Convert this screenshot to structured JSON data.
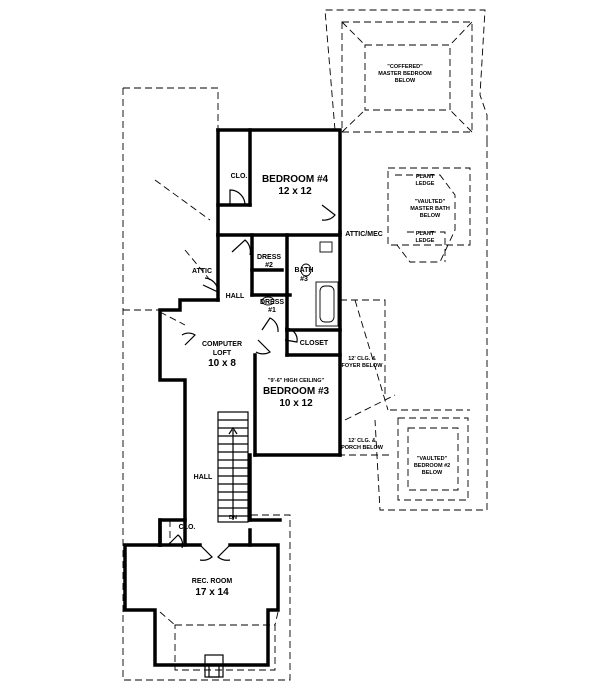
{
  "rooms": {
    "coffered": "\"COFFERED\"",
    "master_bedroom_below": "MASTER BEDROOM",
    "below_1": "BELOW",
    "plant_ledge_1": "PLANT",
    "plant_ledge_1b": "LEDGE",
    "vaulted_1": "\"VAULTED\"",
    "master_bath": "MASTER BATH",
    "below_2": "BELOW",
    "plant_ledge_2": "PLANT",
    "plant_ledge_2b": "LEDGE",
    "bedroom4_name": "BEDROOM #4",
    "bedroom4_size": "12 x 12",
    "clo_top": "CLO.",
    "attic_mec": "ATTIC/MEC",
    "dress2": "DRESS",
    "dress2_num": "#2",
    "bath3": "BATH",
    "bath3_num": "#3",
    "attic": "ATTIC",
    "hall_top": "HALL",
    "dress1": "DRESS",
    "dress1_num": "#1",
    "closet": "CLOSET",
    "computer_loft": "COMPUTER",
    "loft": "LOFT",
    "loft_size": "10 x 8",
    "foyer_clg": "12' CLG. &",
    "foyer_below": "FOYER BELOW",
    "high_ceiling": "\"9'-6\" HIGH CEILING\"",
    "bedroom3_name": "BEDROOM #3",
    "bedroom3_size": "10 x 12",
    "porch_clg": "12' CLG. &",
    "porch_below": "PORCH BELOW",
    "vaulted_2": "\"VAULTED\"",
    "bedroom2": "BEDROOM #2",
    "below_3": "BELOW",
    "hall_mid": "HALL",
    "dn": "DN",
    "clo_bottom": "CLO.",
    "rec_room": "REC. ROOM",
    "rec_size": "17 x 14"
  }
}
